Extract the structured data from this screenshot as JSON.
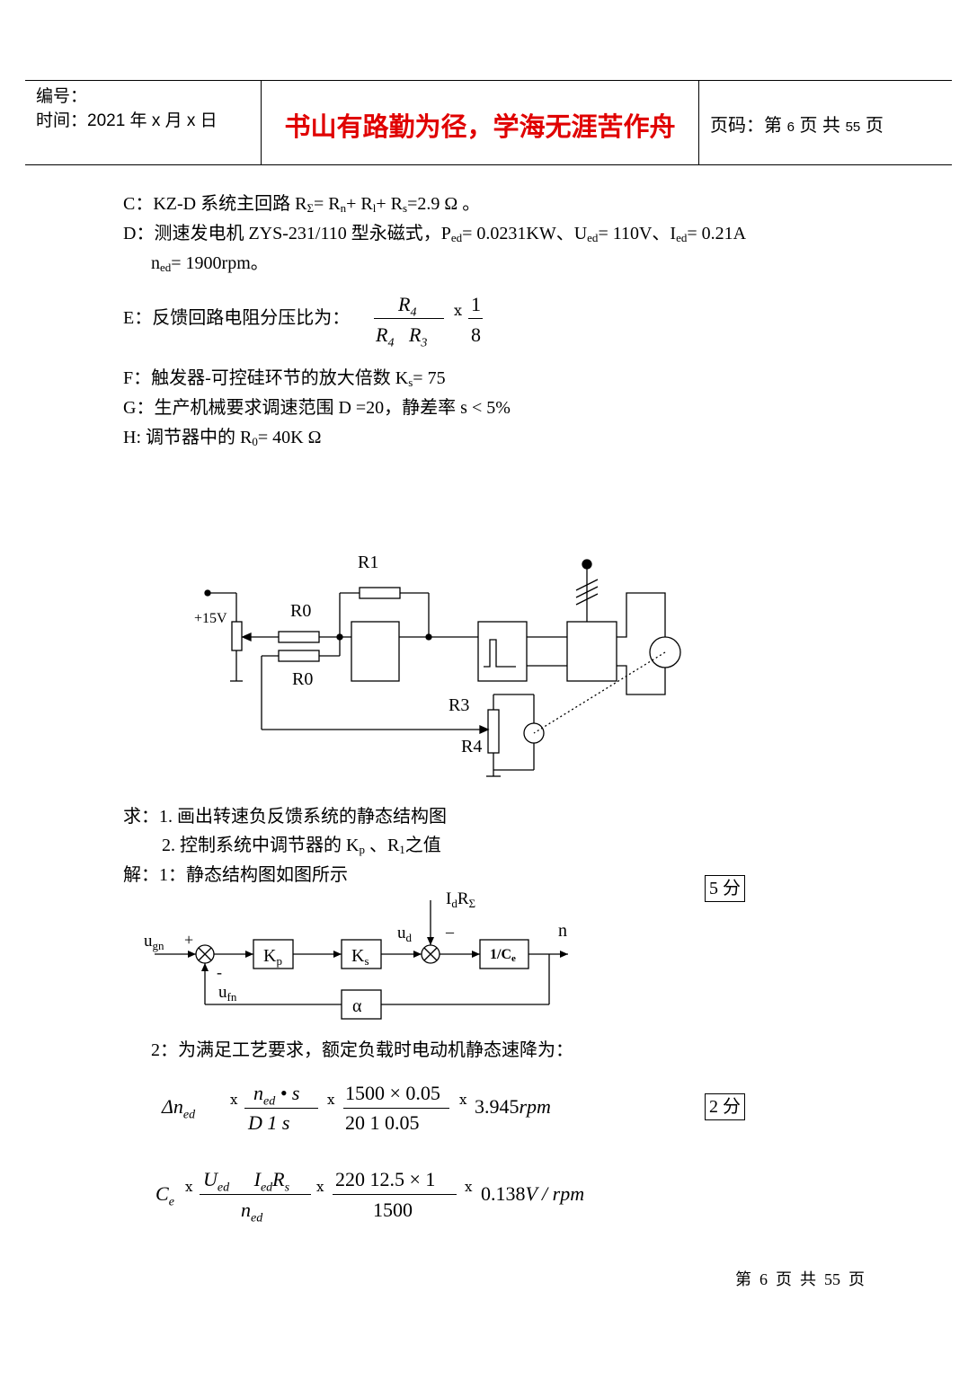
{
  "header": {
    "number_label": "编号：",
    "time_label": "时间：2021 年 x 月 x 日",
    "motto": "书山有路勤为径，学海无涯苦作舟",
    "page_prefix": "页码：第",
    "page_num": "6",
    "page_mid": "页  共",
    "page_total": "55",
    "page_suffix": "页"
  },
  "params": {
    "c": {
      "pre": "C：KZ-D 系统主回路 R",
      "s1": "Σ",
      "m1": "= R",
      "s2": "n",
      "m2": "+ R",
      "s3": "l",
      "m3": "+ R",
      "s4": "s",
      "end": "=2.9 Ω 。"
    },
    "d": {
      "pre": "D：测速发电机 ZYS-231/110 型永磁式，P",
      "s1": "ed",
      "m1": "= 0.0231KW、U",
      "s2": "ed",
      "m2": "= 110V、I",
      "s3": "ed",
      "end": "= 0.21A"
    },
    "d2": {
      "pre": "n",
      "s1": "ed",
      "end": "= 1900rpm。"
    },
    "e": {
      "label": "E：反馈回路电阻分压比为：",
      "num": "R",
      "num_sub": "4",
      "den_a": "R",
      "den_a_sub": "4",
      "den_b": "R",
      "den_b_sub": "3",
      "eq": "ⅹ",
      "rnum": "1",
      "rden": "8"
    },
    "f": {
      "pre": "F：触发器-可控硅环节的放大倍数 K",
      "s1": "s",
      "end": "= 75"
    },
    "g": {
      "text": "G：生产机械要求调速范围 D =20，静差率 s < 5%"
    },
    "h": {
      "pre": "H:  调节器中的 R",
      "s1": "0",
      "end": "= 40K Ω"
    }
  },
  "circuit": {
    "r1": "R1",
    "r0_top": "R0",
    "r0_bot": "R0",
    "v15": "+15V",
    "r3": "R3",
    "r4": "R4"
  },
  "questions": {
    "q1": "求：1.  画出转速负反馈系统的静态结构图",
    "q2_pre": "2.  控制系统中调节器的 K",
    "q2_sub1": "p",
    "q2_mid": " 、R",
    "q2_sub2": "1",
    "q2_end": "之值",
    "a1": "解：1：静态结构图如图所示",
    "score1": "5 分"
  },
  "block": {
    "ugn": "u",
    "ugn_sub": "gn",
    "plus": "+",
    "minus": "-",
    "kp": "K",
    "kp_sub": "p",
    "ks": "K",
    "ks_sub": "s",
    "ud": "u",
    "ud_sub": "d",
    "idr": "I",
    "idr_sub": "d",
    "idr2": "R",
    "idr2_sub": "Σ",
    "minus2": "–",
    "ce": "1/C",
    "ce_sub": "e",
    "n": "n",
    "ufn": "u",
    "ufn_sub": "fn",
    "alpha": "α"
  },
  "solution": {
    "a2": "2：为满足工艺要求，额定负载时电动机静态速降为：",
    "score2": "2 分",
    "eq1": {
      "lhs": "Δn",
      "lhs_sub": "ed",
      "f1_num": "n",
      "f1_num_sub": "ed",
      "f1_num2": "• s",
      "f1_den": "D 1   s",
      "f2_num": "1500 × 0.05",
      "f2_den": "20 1    0.05",
      "result": "3.945",
      "unit": "rpm"
    },
    "eq2": {
      "lhs": "C",
      "lhs_sub": "e",
      "f1_num": "U",
      "f1_num_sub": "ed",
      "f1_num2": "I",
      "f1_num2_sub": "ed",
      "f1_num3": "R",
      "f1_num3_sub": "s",
      "f1_den": "n",
      "f1_den_sub": "ed",
      "f2_num": "220    12.5 × 1",
      "f2_den": "1500",
      "result": "0.138",
      "unit": "V / rpm"
    },
    "eq_sign": "ⅹ"
  },
  "footer": {
    "text": "第  6  页  共  55  页"
  }
}
